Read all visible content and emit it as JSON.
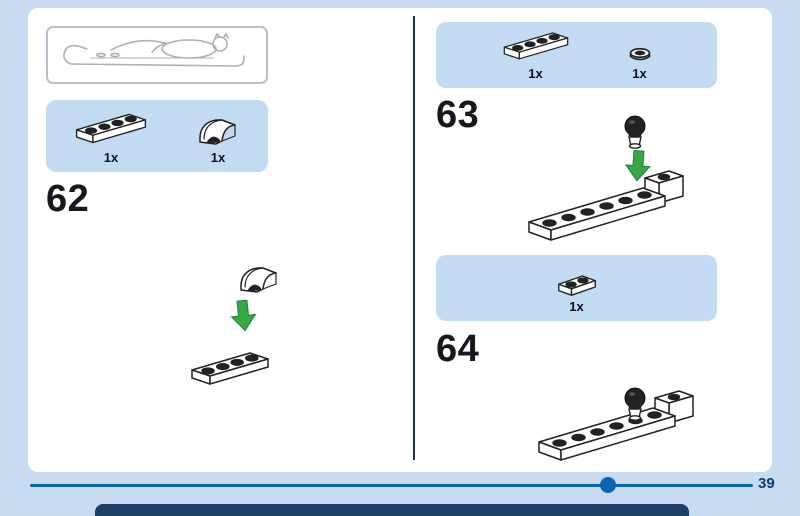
{
  "app": {
    "name": "building-instructions-viewer"
  },
  "preview": {
    "description": "line drawing of completed model (sled with cat)"
  },
  "steps": {
    "s62": {
      "number": "62",
      "parts": [
        {
          "count": "1x",
          "piece": "plate-1x4-white"
        },
        {
          "count": "1x",
          "piece": "curved-slope-1x2-white"
        }
      ]
    },
    "s63": {
      "number": "63",
      "parts": [
        {
          "count": "1x",
          "piece": "plate-1x4-white"
        },
        {
          "count": "1x",
          "piece": "round-plate-1x1-black"
        }
      ]
    },
    "s64": {
      "number": "64",
      "parts": [
        {
          "count": "1x",
          "piece": "plate-1x2-white"
        }
      ]
    }
  },
  "footer": {
    "page_number": "39",
    "progress_fraction": 0.8
  },
  "colors": {
    "background": "#c7dcf1",
    "sheet": "#ffffff",
    "callout_box": "#c3daf3",
    "divider": "#20304f",
    "step_text": "#17171f",
    "arrow_green": "#35a845",
    "progress_blue": "#0a65ad",
    "page_number_blue": "#0b3c74",
    "bottom_bar_navy": "#1c3f66"
  }
}
